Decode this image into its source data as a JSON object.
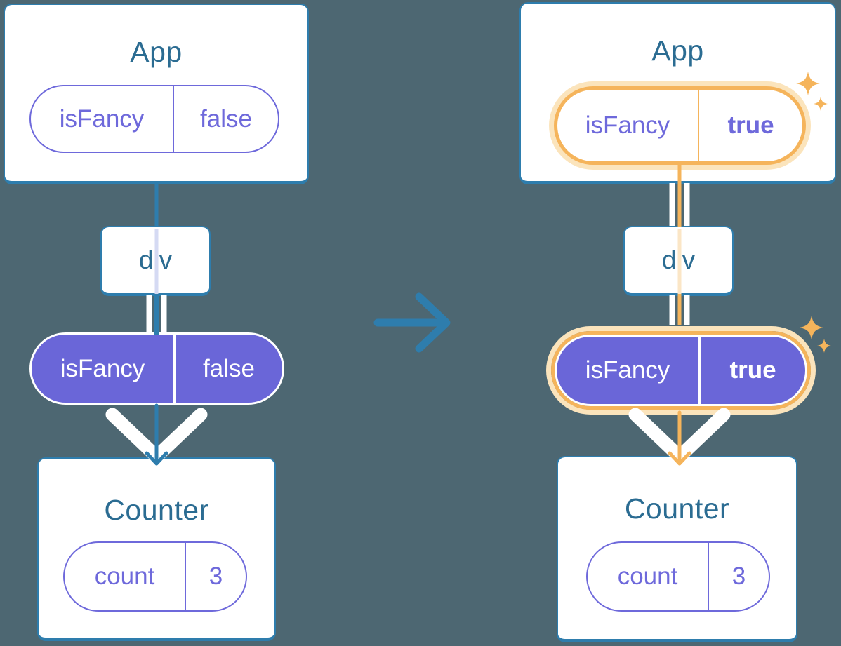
{
  "colors": {
    "background": "#4d6772",
    "card_background": "#ffffff",
    "card_border_blue": "#2e7dad",
    "component_title_text": "#2b6c92",
    "purple_fill": "#6a66d8",
    "purple_text": "#6e69db",
    "highlight_orange": "#f5b45b",
    "highlight_glow": "#fbe4bc",
    "passthrough_blue": "#d5daf3",
    "passthrough_peach": "#fbe6c6",
    "white": "#ffffff"
  },
  "before": {
    "app": {
      "title": "App",
      "state_name": "isFancy",
      "state_value": "false"
    },
    "container": {
      "label": "div"
    },
    "prop": {
      "name": "isFancy",
      "value": "false"
    },
    "counter": {
      "title": "Counter",
      "state_name": "count",
      "state_value": "3"
    }
  },
  "after": {
    "app": {
      "title": "App",
      "state_name": "isFancy",
      "state_value": "true"
    },
    "container": {
      "label": "div"
    },
    "prop": {
      "name": "isFancy",
      "value": "true"
    },
    "counter": {
      "title": "Counter",
      "state_name": "count",
      "state_value": "3"
    }
  }
}
